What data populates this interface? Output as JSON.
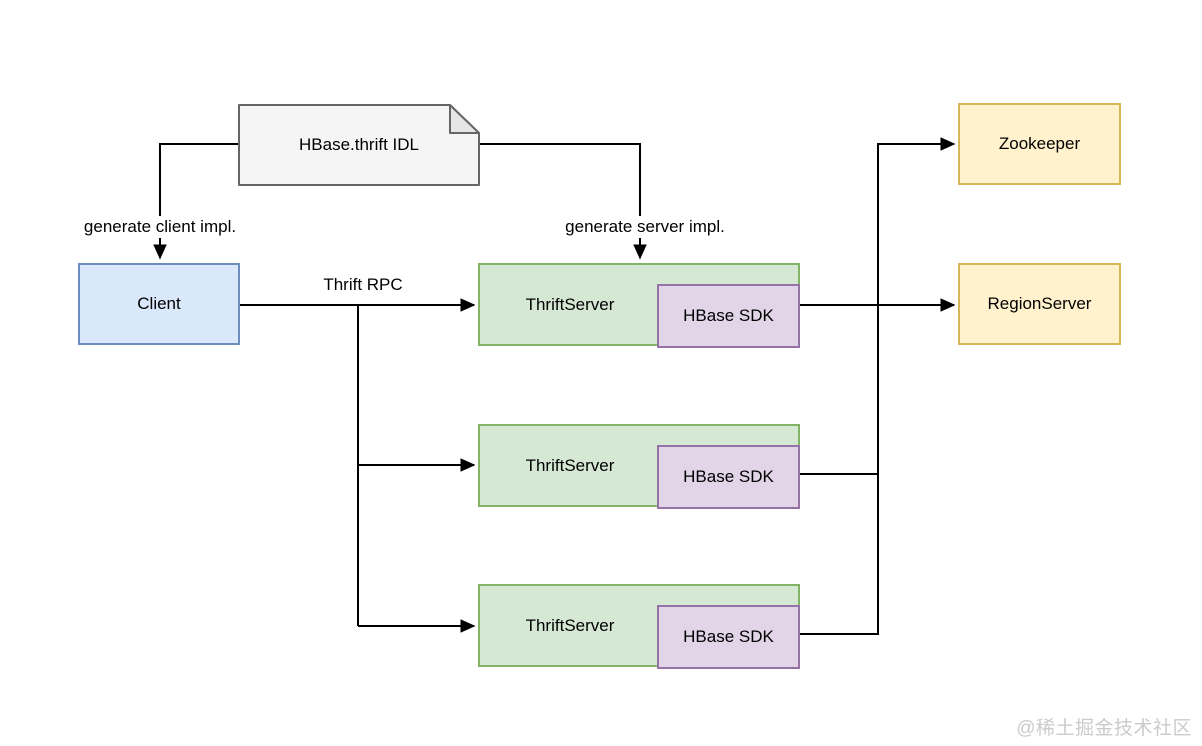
{
  "nodes": {
    "idl": {
      "label": "HBase.thrift IDL"
    },
    "client": {
      "label": "Client"
    },
    "thrift_servers": [
      {
        "label": "ThriftServer",
        "sdk": "HBase SDK"
      },
      {
        "label": "ThriftServer",
        "sdk": "HBase SDK"
      },
      {
        "label": "ThriftServer",
        "sdk": "HBase SDK"
      }
    ],
    "zookeeper": {
      "label": "Zookeeper"
    },
    "regionserver": {
      "label": "RegionServer"
    }
  },
  "edge_labels": {
    "generate_client": "generate client impl.",
    "generate_server": "generate server impl.",
    "thrift_rpc": "Thrift RPC"
  },
  "watermark": "@稀土掘金技术社区",
  "colors": {
    "doc_fill": "#f5f5f5",
    "doc_fold": "#e6e6e6",
    "doc_stroke": "#666666",
    "client_fill": "#dae8fc",
    "client_stroke": "#6c8ebf",
    "server_fill": "#d5e8d4",
    "server_stroke": "#82b366",
    "sdk_fill": "#e1d5e7",
    "sdk_stroke": "#9673a6",
    "store_fill": "#fff2cc",
    "store_stroke": "#d6b656",
    "edge": "#000000",
    "watermark_text": "#cbcbcb"
  }
}
